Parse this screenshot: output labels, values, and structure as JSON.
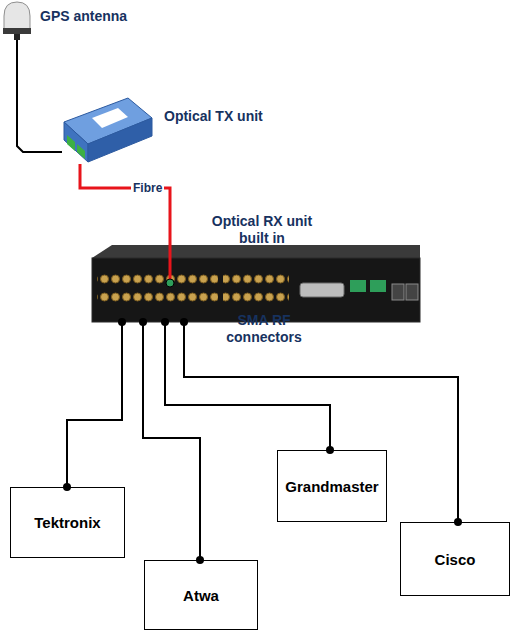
{
  "diagram": {
    "nodes": [
      {
        "text": [
          "GPS antenna"
        ]
      },
      {
        "text": [
          "Optical TX unit"
        ]
      },
      {
        "text": [
          "Optical RX unit built in",
          "SMA RF connectors"
        ]
      },
      {
        "text": [
          "Tektronix"
        ]
      },
      {
        "text": [
          "Atwa"
        ]
      },
      {
        "text": [
          "Grandmaster"
        ]
      },
      {
        "text": [
          "Cisco"
        ]
      }
    ],
    "edges": [
      {
        "from": 0,
        "to": 1,
        "arrow": "none"
      },
      {
        "from": 1,
        "to": 2,
        "label": "Fibre",
        "arrow": "none"
      },
      {
        "from": 2,
        "to": 3,
        "arrow": "none"
      },
      {
        "from": 2,
        "to": 4,
        "arrow": "none"
      },
      {
        "from": 2,
        "to": 5,
        "arrow": "none"
      },
      {
        "from": 2,
        "to": 6,
        "arrow": "none"
      }
    ]
  }
}
